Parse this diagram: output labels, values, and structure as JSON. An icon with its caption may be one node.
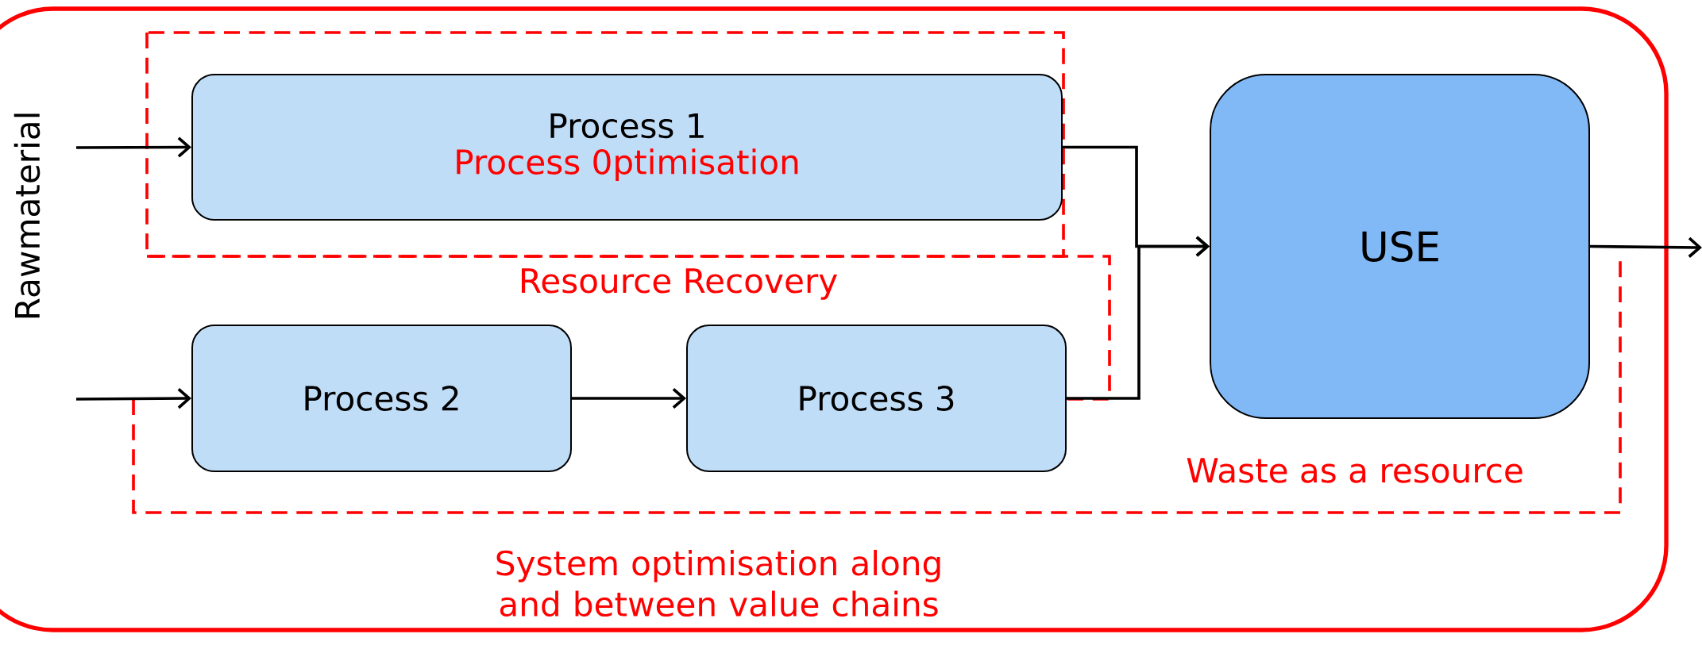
{
  "diagram": {
    "nodes": [
      {
        "text": [
          "System optimisation along and between value chains"
        ]
      },
      {
        "text": [
          "Process 1",
          "Process 0ptimisation"
        ],
        "in": 0
      },
      {
        "text": [
          "Process 2"
        ],
        "in": 0
      },
      {
        "text": [
          "Process 3"
        ],
        "in": 0
      },
      {
        "text": [
          "USE"
        ],
        "in": 0
      }
    ],
    "edges": [
      {
        "from": null,
        "to": 1,
        "arrow": "to"
      },
      {
        "from": null,
        "to": 2,
        "arrow": "to"
      },
      {
        "from": 2,
        "to": 3,
        "arrow": "to"
      },
      {
        "from": 1,
        "to": 4,
        "arrow": "to"
      },
      {
        "from": 3,
        "to": 4,
        "arrow": "to"
      },
      {
        "from": 4,
        "to": null,
        "arrow": "to"
      }
    ],
    "labels": [
      "Rawmaterial",
      "Resource Recovery",
      "Waste as a resource"
    ]
  }
}
